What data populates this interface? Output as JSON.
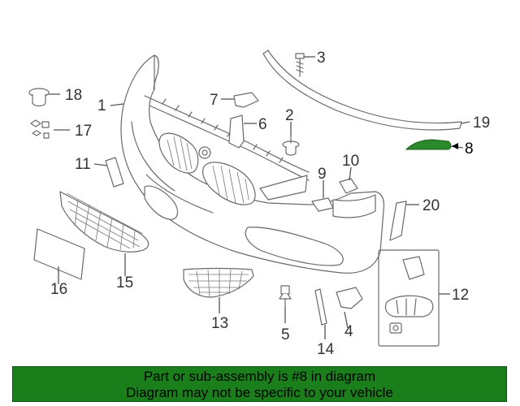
{
  "diagram": {
    "highlight_color": "#2a8a2a",
    "callouts": [
      {
        "id": "1",
        "label": "1"
      },
      {
        "id": "2",
        "label": "2"
      },
      {
        "id": "3",
        "label": "3"
      },
      {
        "id": "4",
        "label": "4"
      },
      {
        "id": "5",
        "label": "5"
      },
      {
        "id": "6",
        "label": "6"
      },
      {
        "id": "7",
        "label": "7"
      },
      {
        "id": "8",
        "label": "8"
      },
      {
        "id": "9",
        "label": "9"
      },
      {
        "id": "10",
        "label": "10"
      },
      {
        "id": "11",
        "label": "11"
      },
      {
        "id": "12",
        "label": "12"
      },
      {
        "id": "13",
        "label": "13"
      },
      {
        "id": "14",
        "label": "14"
      },
      {
        "id": "15",
        "label": "15"
      },
      {
        "id": "16",
        "label": "16"
      },
      {
        "id": "17",
        "label": "17"
      },
      {
        "id": "18",
        "label": "18"
      },
      {
        "id": "19",
        "label": "19"
      },
      {
        "id": "20",
        "label": "20"
      }
    ]
  },
  "banner": {
    "background": "#1a7f1a",
    "line1": "Part or sub-assembly is #8 in diagram",
    "line2": "Diagram may not be specific to your vehicle"
  }
}
